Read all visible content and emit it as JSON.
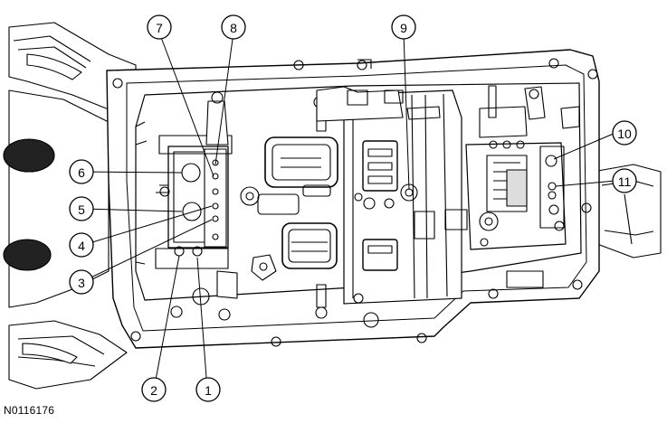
{
  "figure_id": "N0116176",
  "callouts": [
    {
      "key": "c1",
      "label": "1"
    },
    {
      "key": "c2",
      "label": "2"
    },
    {
      "key": "c3",
      "label": "3"
    },
    {
      "key": "c4",
      "label": "4"
    },
    {
      "key": "c5",
      "label": "5"
    },
    {
      "key": "c6",
      "label": "6"
    },
    {
      "key": "c7",
      "label": "7"
    },
    {
      "key": "c8",
      "label": "8"
    },
    {
      "key": "c9",
      "label": "9"
    },
    {
      "key": "c10",
      "label": "10"
    },
    {
      "key": "c11",
      "label": "11"
    }
  ]
}
